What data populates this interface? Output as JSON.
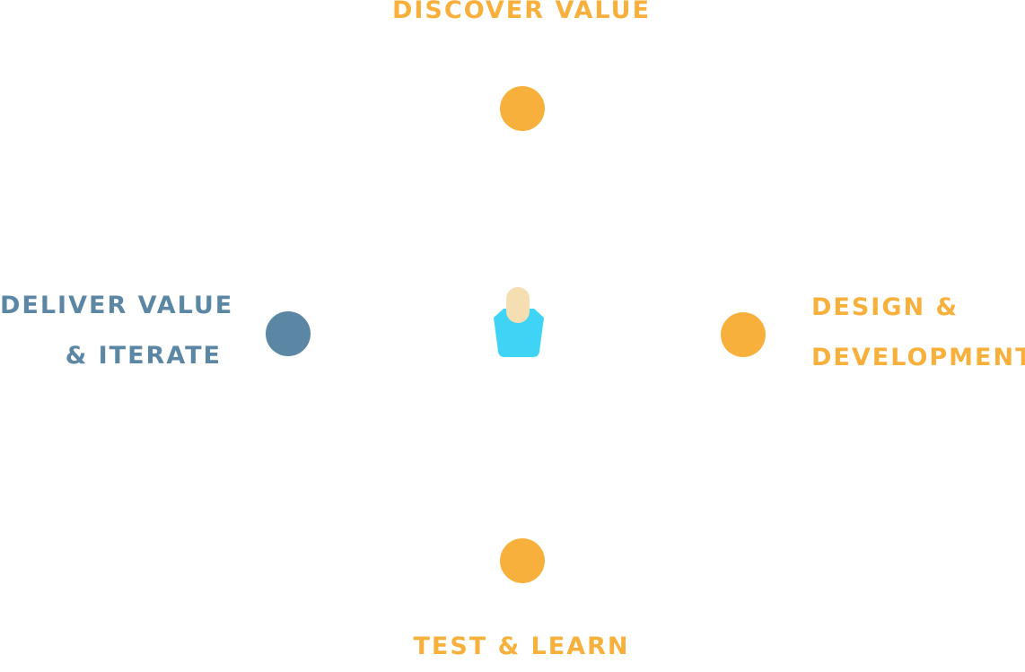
{
  "colors": {
    "orange": "#f8b03c",
    "blue": "#5b87a4",
    "user_body": "#3fd4f5",
    "user_head": "#f5dfb2"
  },
  "stages": {
    "top": {
      "label": "DISCOVER VALUE"
    },
    "right": {
      "line1": "DESIGN &",
      "line2": "DEVELOPMENT"
    },
    "bottom": {
      "label": "TEST & LEARN"
    },
    "left": {
      "line1": "DELIVER VALUE",
      "line2": "& ITERATE"
    }
  },
  "center": {
    "icon": "user-icon"
  }
}
